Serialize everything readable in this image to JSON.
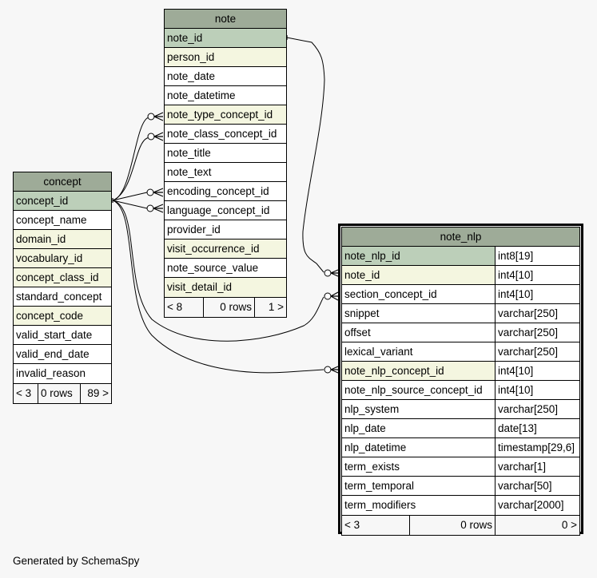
{
  "footer_text": "Generated by SchemaSpy",
  "colors": {
    "background": "#f7f7f7",
    "table_header": "#9eab98",
    "primary_key": "#bccfb9",
    "foreign_key": "#f4f6e0",
    "plain": "#ffffff"
  },
  "tables": {
    "note": {
      "name": "note",
      "columns": [
        {
          "name": "note_id",
          "kind": "pk"
        },
        {
          "name": "person_id",
          "kind": "fk"
        },
        {
          "name": "note_date",
          "kind": "plain"
        },
        {
          "name": "note_datetime",
          "kind": "plain"
        },
        {
          "name": "note_type_concept_id",
          "kind": "fk"
        },
        {
          "name": "note_class_concept_id",
          "kind": "plain"
        },
        {
          "name": "note_title",
          "kind": "plain"
        },
        {
          "name": "note_text",
          "kind": "plain"
        },
        {
          "name": "encoding_concept_id",
          "kind": "plain"
        },
        {
          "name": "language_concept_id",
          "kind": "plain"
        },
        {
          "name": "provider_id",
          "kind": "plain"
        },
        {
          "name": "visit_occurrence_id",
          "kind": "fk"
        },
        {
          "name": "note_source_value",
          "kind": "plain"
        },
        {
          "name": "visit_detail_id",
          "kind": "fk"
        }
      ],
      "footer": {
        "parents": "< 8",
        "rows": "0 rows",
        "children": "1 >"
      }
    },
    "concept": {
      "name": "concept",
      "columns": [
        {
          "name": "concept_id",
          "kind": "pk"
        },
        {
          "name": "concept_name",
          "kind": "plain"
        },
        {
          "name": "domain_id",
          "kind": "fk"
        },
        {
          "name": "vocabulary_id",
          "kind": "fk"
        },
        {
          "name": "concept_class_id",
          "kind": "fk"
        },
        {
          "name": "standard_concept",
          "kind": "plain"
        },
        {
          "name": "concept_code",
          "kind": "fk"
        },
        {
          "name": "valid_start_date",
          "kind": "plain"
        },
        {
          "name": "valid_end_date",
          "kind": "plain"
        },
        {
          "name": "invalid_reason",
          "kind": "plain"
        }
      ],
      "footer": {
        "parents": "< 3",
        "rows": "0 rows",
        "children": "89 >"
      }
    },
    "note_nlp": {
      "name": "note_nlp",
      "columns": [
        {
          "name": "note_nlp_id",
          "type": "int8[19]",
          "kind": "pk"
        },
        {
          "name": "note_id",
          "type": "int4[10]",
          "kind": "fk"
        },
        {
          "name": "section_concept_id",
          "type": "int4[10]",
          "kind": "plain"
        },
        {
          "name": "snippet",
          "type": "varchar[250]",
          "kind": "plain"
        },
        {
          "name": "offset",
          "type": "varchar[250]",
          "kind": "plain"
        },
        {
          "name": "lexical_variant",
          "type": "varchar[250]",
          "kind": "plain"
        },
        {
          "name": "note_nlp_concept_id",
          "type": "int4[10]",
          "kind": "fk"
        },
        {
          "name": "note_nlp_source_concept_id",
          "type": "int4[10]",
          "kind": "plain"
        },
        {
          "name": "nlp_system",
          "type": "varchar[250]",
          "kind": "plain"
        },
        {
          "name": "nlp_date",
          "type": "date[13]",
          "kind": "plain"
        },
        {
          "name": "nlp_datetime",
          "type": "timestamp[29,6]",
          "kind": "plain"
        },
        {
          "name": "term_exists",
          "type": "varchar[1]",
          "kind": "plain"
        },
        {
          "name": "term_temporal",
          "type": "varchar[50]",
          "kind": "plain"
        },
        {
          "name": "term_modifiers",
          "type": "varchar[2000]",
          "kind": "plain"
        }
      ],
      "footer": {
        "parents": "< 3",
        "rows": "0 rows",
        "children": "0 >"
      }
    }
  },
  "relationships": [
    {
      "from": "concept.concept_id",
      "to": "note.note_type_concept_id"
    },
    {
      "from": "concept.concept_id",
      "to": "note.note_class_concept_id"
    },
    {
      "from": "concept.concept_id",
      "to": "note.encoding_concept_id"
    },
    {
      "from": "concept.concept_id",
      "to": "note.language_concept_id"
    },
    {
      "from": "note.note_id",
      "to": "note_nlp.note_id"
    },
    {
      "from": "concept.concept_id",
      "to": "note_nlp.section_concept_id"
    },
    {
      "from": "concept.concept_id",
      "to": "note_nlp.note_nlp_concept_id"
    }
  ]
}
